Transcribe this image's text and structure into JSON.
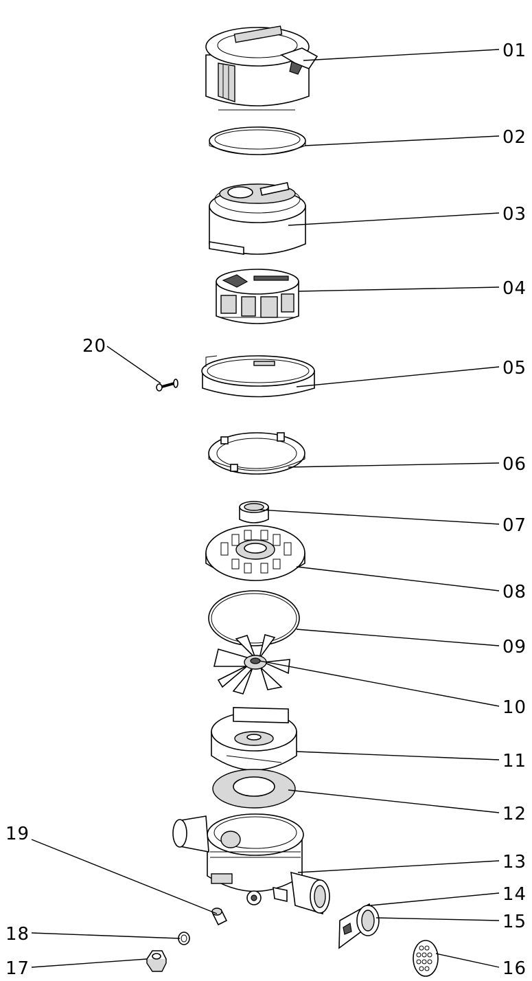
{
  "parts": [
    {
      "no": "01",
      "icon": "top-cover-lid-icon"
    },
    {
      "no": "02",
      "icon": "lid-ring-icon"
    },
    {
      "no": "03",
      "icon": "register-housing-icon"
    },
    {
      "no": "04",
      "icon": "register-gear-train-icon"
    },
    {
      "no": "05",
      "icon": "clamp-ring-icon"
    },
    {
      "no": "06",
      "icon": "retaining-ring-icon"
    },
    {
      "no": "07",
      "icon": "magnet-bushing-icon"
    },
    {
      "no": "08",
      "icon": "plate-icon"
    },
    {
      "no": "09",
      "icon": "o-ring-icon"
    },
    {
      "no": "10",
      "icon": "impeller-icon"
    },
    {
      "no": "11",
      "icon": "measuring-chamber-icon"
    },
    {
      "no": "12",
      "icon": "flat-gasket-icon"
    },
    {
      "no": "13",
      "icon": "meter-body-icon"
    },
    {
      "no": "14",
      "icon": "strainer-holder-icon"
    },
    {
      "no": "15",
      "icon": "strainer-seal-icon"
    },
    {
      "no": "16",
      "icon": "mesh-strainer-icon"
    },
    {
      "no": "17",
      "icon": "adjusting-plug-icon"
    },
    {
      "no": "18",
      "icon": "washer-icon"
    },
    {
      "no": "19",
      "icon": "adjusting-screw-icon"
    },
    {
      "no": "20",
      "icon": "pin-icon"
    }
  ]
}
